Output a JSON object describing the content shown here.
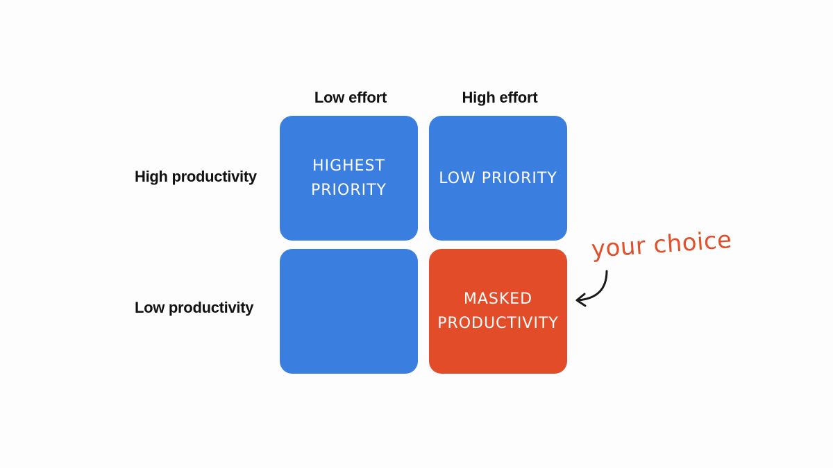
{
  "columns": [
    "Low effort",
    "High effort"
  ],
  "rows": [
    "High productivity",
    "Low productivity"
  ],
  "cells": [
    {
      "row": 0,
      "col": 0,
      "text": "HIGHEST PRIORITY",
      "color": "#3a7fdf"
    },
    {
      "row": 0,
      "col": 1,
      "text": "LOW PRIORITY",
      "color": "#3a7fdf"
    },
    {
      "row": 1,
      "col": 0,
      "text": "",
      "color": "#3a7fdf"
    },
    {
      "row": 1,
      "col": 1,
      "text": "MASKED PRODUCTIVITY",
      "color": "#e24c28"
    }
  ],
  "annotation": {
    "text": "your choice",
    "color": "#e0502a",
    "arrow_icon": "curved-arrow-left-icon"
  }
}
